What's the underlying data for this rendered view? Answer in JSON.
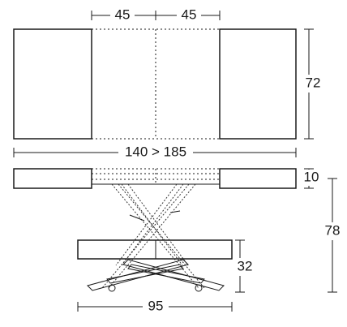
{
  "dimensions": {
    "extension_left": "45",
    "extension_right": "45",
    "top_depth": "72",
    "width_range": "140 > 185",
    "top_thickness": "10",
    "max_height": "78",
    "min_height": "32",
    "base_width": "95"
  }
}
